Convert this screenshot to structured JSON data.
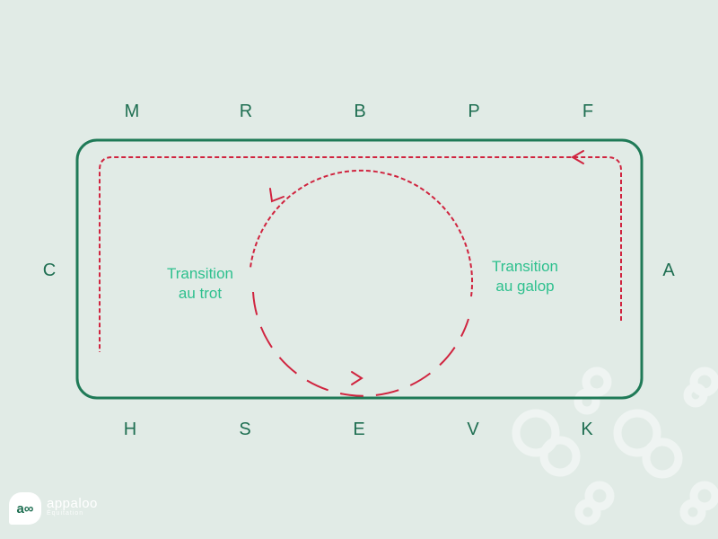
{
  "letters": {
    "top": [
      "M",
      "R",
      "B",
      "P",
      "F"
    ],
    "bottom": [
      "H",
      "S",
      "E",
      "V",
      "K"
    ],
    "left": "C",
    "right": "A"
  },
  "labels": {
    "trot": [
      "Transition",
      "au trot"
    ],
    "galop": [
      "Transition",
      "au galop"
    ]
  },
  "logo": {
    "mark": "a∞",
    "name": "appaloo",
    "sub": "Équitation"
  },
  "colors": {
    "background": "#e1ebe6",
    "arena_border": "#1f7a57",
    "path_red": "#d0243f",
    "label_green": "#2ec08e",
    "letter_green": "#1f6f52"
  }
}
